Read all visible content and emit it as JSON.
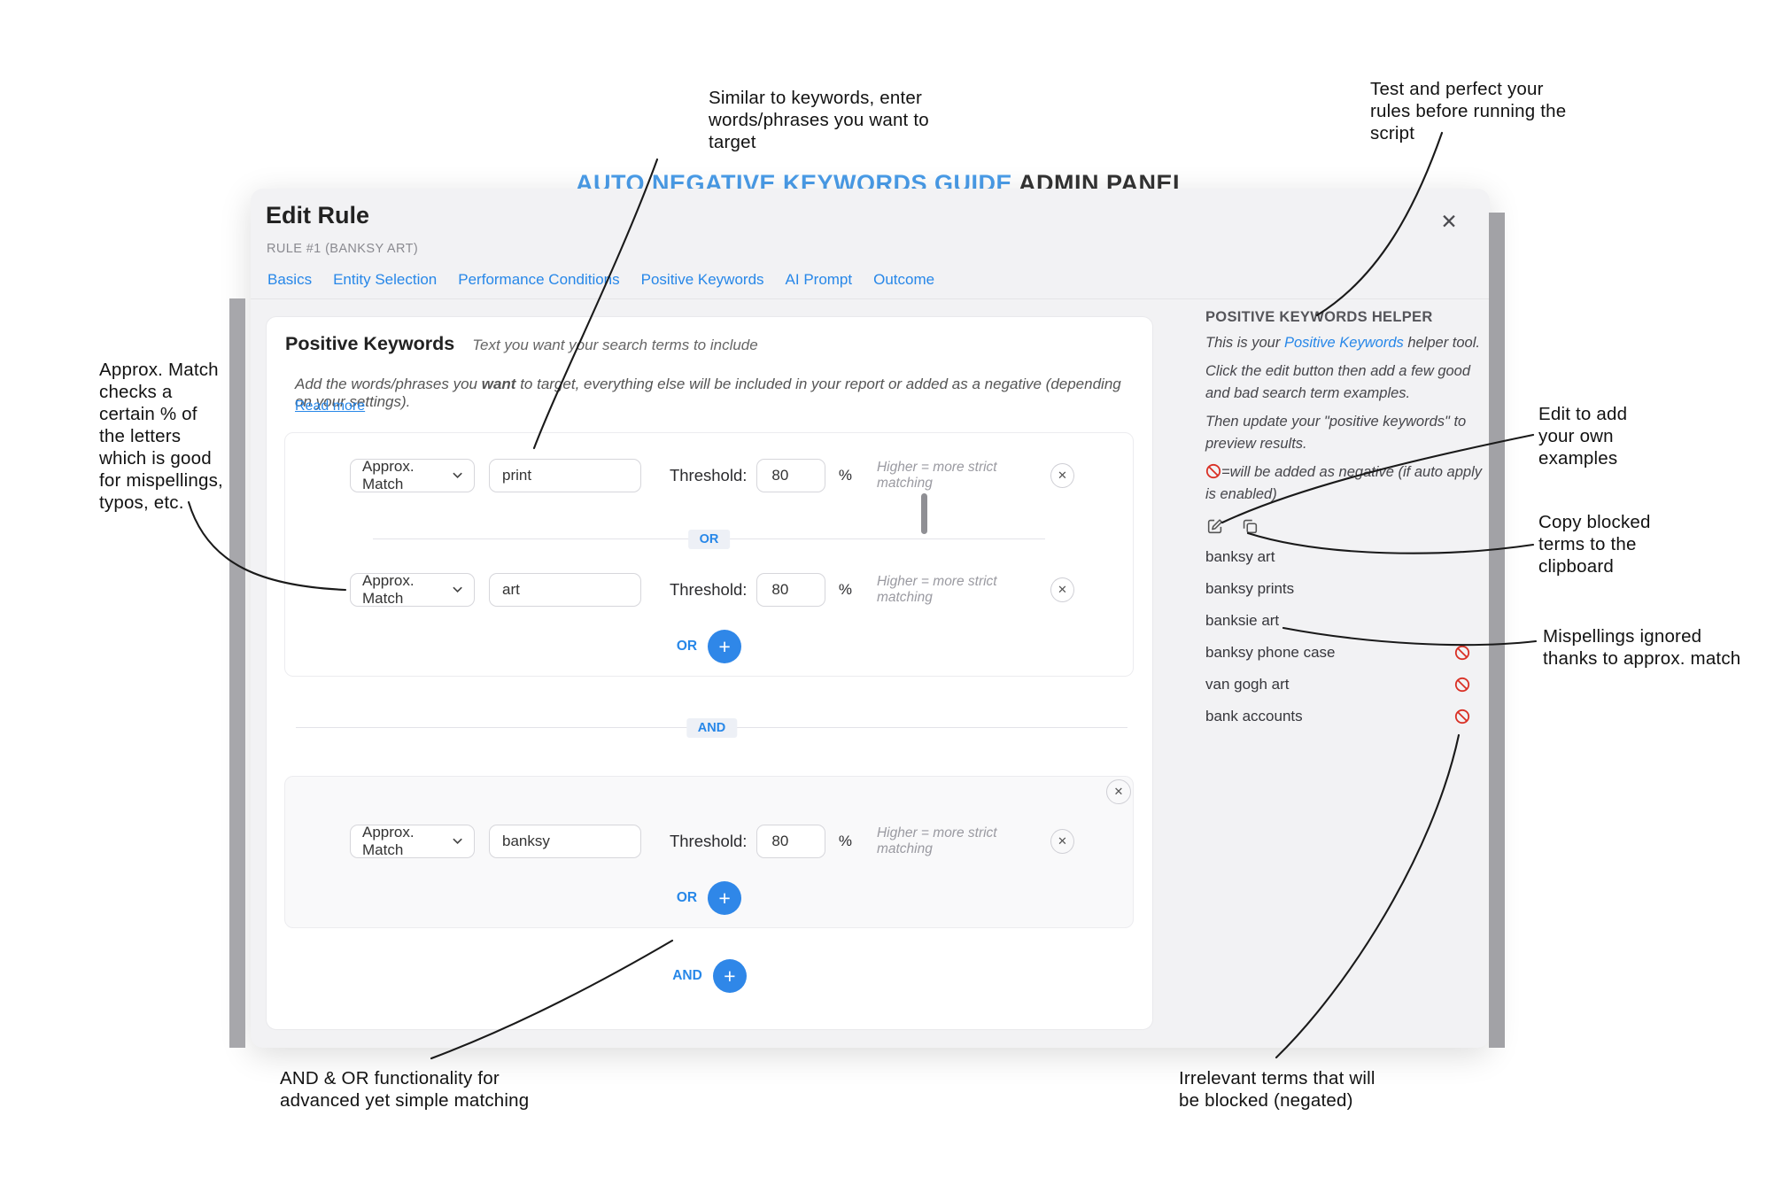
{
  "page": {
    "background_title_blue": "AUTO NEGATIVE KEYWORDS GUIDE",
    "background_title_dark": " ADMIN PANEL"
  },
  "icons": {
    "close": "✕"
  },
  "modal": {
    "title": "Edit Rule",
    "subtitle": "RULE #1  (BANKSY ART)",
    "tabs": [
      {
        "label": "Basics"
      },
      {
        "label": "Entity Selection"
      },
      {
        "label": "Performance Conditions"
      },
      {
        "label": "Positive Keywords"
      },
      {
        "label": "AI Prompt"
      },
      {
        "label": "Outcome"
      }
    ],
    "section": {
      "heading": "Positive Keywords",
      "subheading": "Text you want your search terms to include",
      "description_pre": "Add the words/phrases you ",
      "description_bold": "want",
      "description_post": " to target, everything else will be included in your report or added as a negative (depending on your settings).",
      "read_more": "Read more"
    },
    "rows": [
      {
        "match_type": "Approx. Match",
        "term": "print",
        "threshold_label": "Threshold:",
        "threshold": "80",
        "percent": "%",
        "hint": "Higher = more strict matching"
      },
      {
        "match_type": "Approx. Match",
        "term": "art",
        "threshold_label": "Threshold:",
        "threshold": "80",
        "percent": "%",
        "hint": "Higher = more strict matching"
      },
      {
        "match_type": "Approx. Match",
        "term": "banksy",
        "threshold_label": "Threshold:",
        "threshold": "80",
        "percent": "%",
        "hint": "Higher = more strict matching"
      }
    ],
    "or_label": "OR",
    "and_label": "AND",
    "plus": "+"
  },
  "helper": {
    "title": "POSITIVE KEYWORDS HELPER",
    "p1_pre": "This is your ",
    "p1_link": "Positive Keywords",
    "p1_post": " helper tool.",
    "p2": "Click the edit button then add a few good\nand bad search term examples.",
    "p3": "Then update your \"positive keywords\" to\npreview results.",
    "p4": "=will be added as negative (if auto apply\nis enabled)",
    "keywords": [
      {
        "term": "banksy art",
        "blocked": false
      },
      {
        "term": "banksy prints",
        "blocked": false
      },
      {
        "term": "banksie art",
        "blocked": false
      },
      {
        "term": "banksy phone case",
        "blocked": true
      },
      {
        "term": "van gogh art",
        "blocked": true
      },
      {
        "term": "bank accounts",
        "blocked": true
      }
    ]
  },
  "annotations": {
    "similar": "Similar to keywords, enter\nwords/phrases you want to\ntarget",
    "test": "Test and perfect your\nrules before running the\nscript",
    "approx": "Approx. Match\nchecks a\ncertain % of\nthe letters\nwhich is good\nfor mispellings,\ntypos, etc.",
    "edit": "Edit to add\nyour own\nexamples",
    "copy": "Copy blocked\nterms to the\nclipboard",
    "mispellings": "Mispellings ignored\nthanks to approx. match",
    "andor": "AND & OR functionality for\nadvanced yet simple matching",
    "irrelevant": "Irrelevant terms that will\nbe blocked (negated)"
  },
  "colors": {
    "accent": "#2787e8",
    "blocked": "#d93025"
  }
}
